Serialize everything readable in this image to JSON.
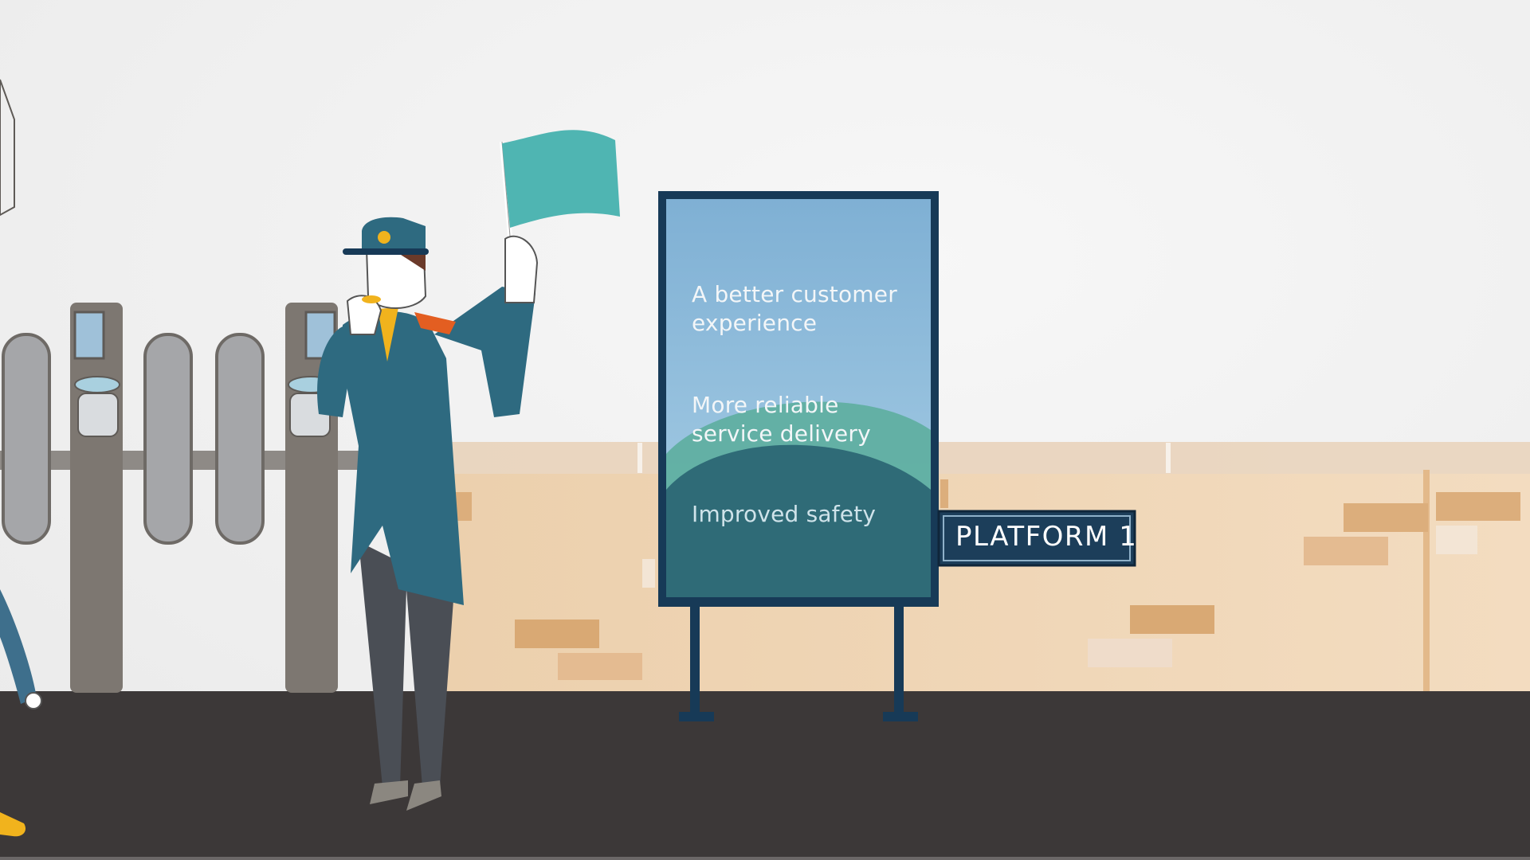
{
  "board": {
    "items": [
      {
        "text": "A better customer experience"
      },
      {
        "text": "More reliable service delivery"
      },
      {
        "text": "Improved safety"
      }
    ]
  },
  "platform_sign": {
    "label": "PLATFORM 1"
  },
  "colors": {
    "wall": "#f2f2f2",
    "brick_wall": "#efd3b2",
    "floor": "#3c3838",
    "board_frame": "#173a57",
    "board_sky": "#86b7d8",
    "board_hill_light": "#5dae9f",
    "board_hill_dark": "#2f6b77",
    "flag": "#4fb5b2",
    "uniform": "#2e6a80",
    "trousers": "#4a4e55",
    "gate_post": "#7d7771",
    "gate_paddle": "#a5a6a9",
    "accent_orange": "#e35e21",
    "accent_yellow": "#f1b31d"
  }
}
